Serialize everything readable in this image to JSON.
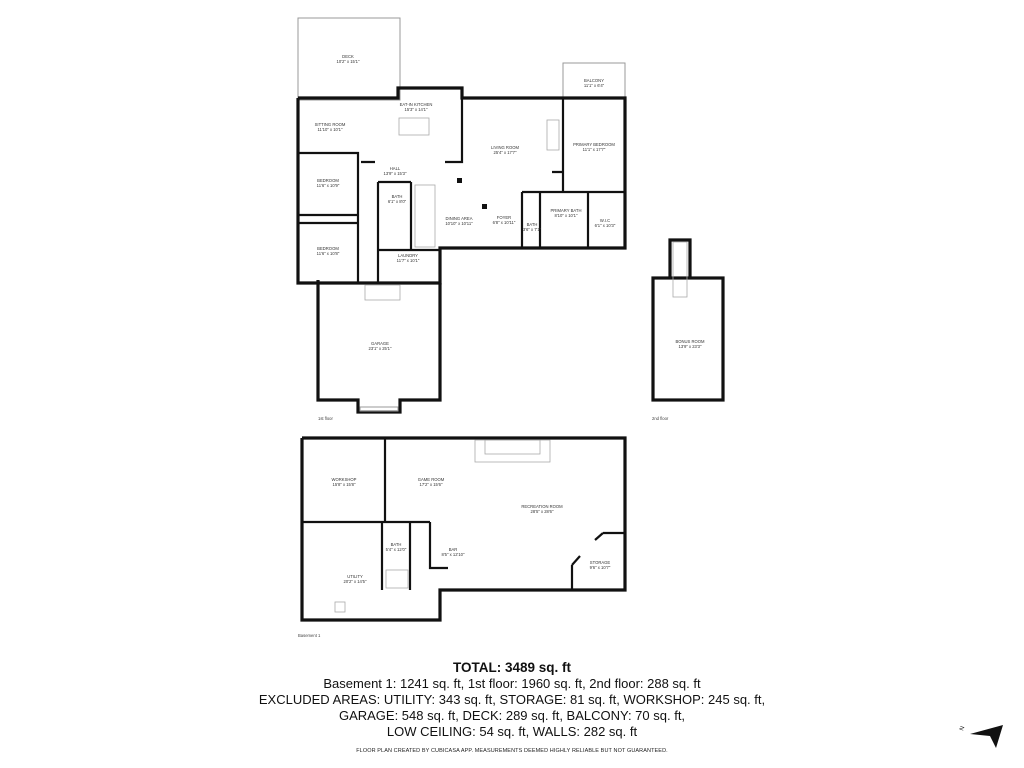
{
  "floors": {
    "first": "1st floor",
    "second": "2nd floor",
    "basement": "Basement 1"
  },
  "rooms": {
    "deck": {
      "name": "DECK",
      "dims": "10'2\" x 15'1\""
    },
    "balcony": {
      "name": "BALCONY",
      "dims": "11'1\" x 6'4\""
    },
    "kitchen": {
      "name": "EAT-IN KITCHEN",
      "dims": "15'3\" x 14'1\""
    },
    "sitting": {
      "name": "SITTING ROOM",
      "dims": "11'10\" x 10'1\""
    },
    "living": {
      "name": "LIVING ROOM",
      "dims": "25'4\" x 17'7\""
    },
    "primary_bedroom": {
      "name": "PRIMARY BEDROOM",
      "dims": "11'1\" x 17'7\""
    },
    "bedroom1": {
      "name": "BEDROOM",
      "dims": "11'6\" x 10'9\""
    },
    "hall": {
      "name": "HALL",
      "dims": "13'9\" x 15'3\""
    },
    "bath1": {
      "name": "BATH",
      "dims": "6'1\" x 8'0\""
    },
    "dining": {
      "name": "DINING AREA",
      "dims": "10'10\" x 10'11\""
    },
    "foyer": {
      "name": "FOYER",
      "dims": "6'8\" x 10'11\""
    },
    "bath2": {
      "name": "BATH",
      "dims": "3'6\" x 7'1\""
    },
    "primary_bath": {
      "name": "PRIMARY BATH",
      "dims": "8'10\" x 10'1\""
    },
    "wic": {
      "name": "W.I.C",
      "dims": "6'1\" x 10'3\""
    },
    "bedroom2": {
      "name": "BEDROOM",
      "dims": "11'6\" x 10'8\""
    },
    "laundry": {
      "name": "LAUNDRY",
      "dims": "11'7\" x 10'1\""
    },
    "garage": {
      "name": "GARAGE",
      "dims": "23'1\" x 25'1\""
    },
    "bonus": {
      "name": "BONUS ROOM",
      "dims": "13'9\" x 23'3\""
    },
    "workshop": {
      "name": "WORKSHOP",
      "dims": "15'8\" x 15'8\""
    },
    "game": {
      "name": "GAME ROOM",
      "dims": "17'2\" x 15'6\""
    },
    "recreation": {
      "name": "RECREATION ROOM",
      "dims": "28'5\" x 28'6\""
    },
    "bath3": {
      "name": "BATH",
      "dims": "5'4\" x 12'0\""
    },
    "bar": {
      "name": "BAR",
      "dims": "8'5\" x 12'10\""
    },
    "utility": {
      "name": "UTILITY",
      "dims": "20'2\" x 14'5\""
    },
    "storage": {
      "name": "STORAGE",
      "dims": "9'6\" x 10'7\""
    }
  },
  "summary": {
    "total": "TOTAL: 3489 sq. ft",
    "line1": "Basement 1: 1241 sq. ft, 1st floor: 1960 sq. ft, 2nd floor: 288 sq. ft",
    "line2": "EXCLUDED AREAS: UTILITY: 343 sq. ft, STORAGE: 81 sq. ft, WORKSHOP: 245 sq. ft,",
    "line3": "GARAGE: 548 sq. ft, DECK: 289 sq. ft, BALCONY: 70 sq. ft,",
    "line4": "LOW CEILING: 54 sq. ft, WALLS: 282 sq. ft",
    "credit": "FLOOR PLAN CREATED BY CUBICASA APP. MEASUREMENTS DEEMED HIGHLY RELIABLE BUT NOT GUARANTEED."
  },
  "compass": {
    "label": "N",
    "icon": "north-arrow-icon"
  }
}
